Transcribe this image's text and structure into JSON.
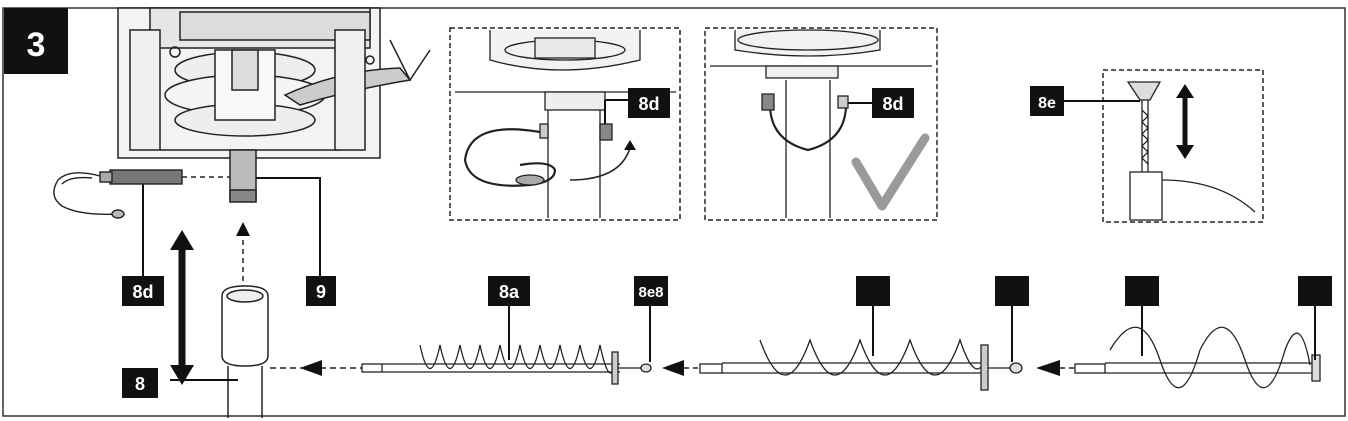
{
  "step_number": "3",
  "labels": {
    "left_8d": "8d",
    "left_9": "9",
    "left_8": "8",
    "auger_8a": "8a",
    "auger_8e8": "8e8",
    "inset1_8d": "8d",
    "inset2_8d": "8d",
    "inset3_8e": "8e"
  },
  "colors": {
    "label_bg": "#111111",
    "label_text": "#ffffff",
    "line": "#222222",
    "check": "#9a9a9a",
    "frame": "#333333"
  },
  "icons": {
    "check": "checkmark-icon",
    "double_arrow": "double-arrow-icon"
  }
}
